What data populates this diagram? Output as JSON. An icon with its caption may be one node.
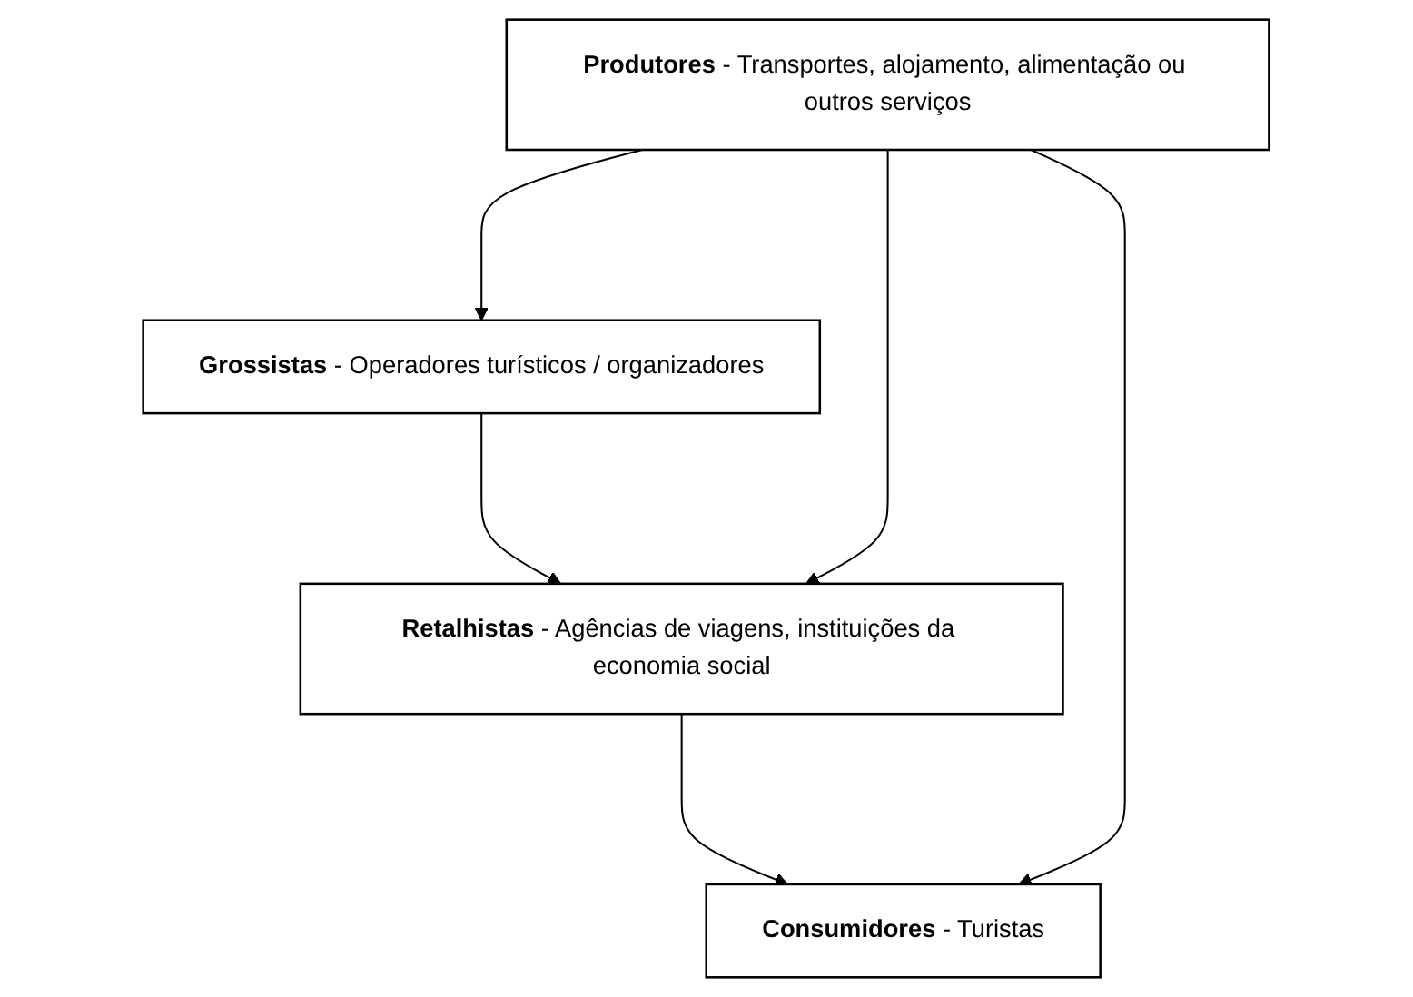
{
  "diagram": {
    "nodes": [
      {
        "text": [
          "**Produtores** - Transportes, alojamento, alimentação ou outros serviços"
        ]
      },
      {
        "text": [
          "**Grossistas** - Operadores turísticos / organizadores"
        ]
      },
      {
        "text": [
          "**Retalhistas** - Agências de viagens, instituições da economia social"
        ]
      },
      {
        "text": [
          "**Consumidores** - Turistas"
        ]
      }
    ],
    "edges": [
      {
        "from": 0,
        "to": 1,
        "arrow": "to"
      },
      {
        "from": 1,
        "to": 2,
        "arrow": "to"
      },
      {
        "from": 2,
        "to": 3,
        "arrow": "to"
      },
      {
        "from": 0,
        "to": 3,
        "arrow": "to"
      },
      {
        "from": 0,
        "to": 2,
        "arrow": "to"
      }
    ]
  }
}
